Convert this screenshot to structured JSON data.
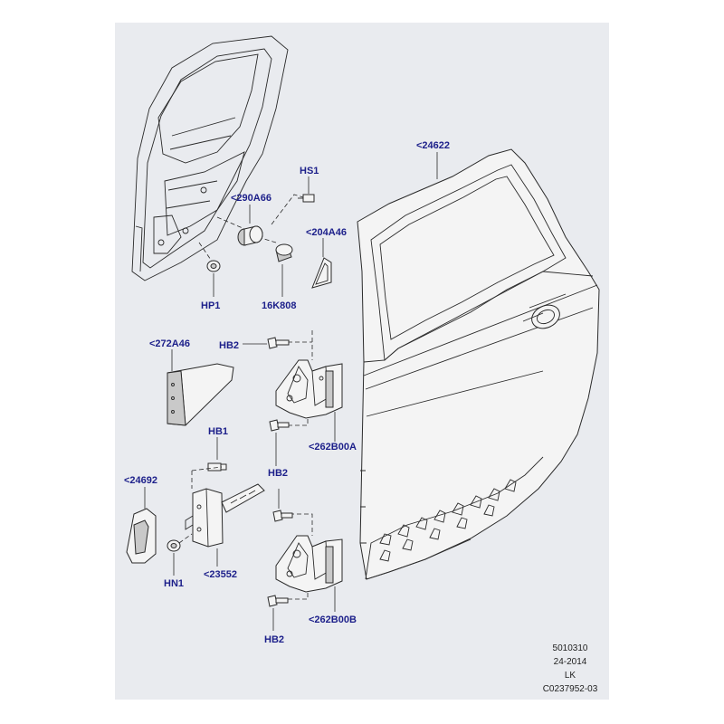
{
  "diagram": {
    "callouts": {
      "door_shell": "<24622",
      "hinge_cover": "<290A66",
      "screw_hs1": "HS1",
      "trim_cap": "<204A46",
      "plug_hp1": "HP1",
      "grommet": "16K808",
      "bracket": "<272A46",
      "bolt_hb2_upper": "HB2",
      "upper_hinge": "<262B00A",
      "bolt_hb1": "HB1",
      "bolt_hb2_mid": "HB2",
      "check_strap_seal": "<24692",
      "check_strap": "<23552",
      "nut_hn1": "HN1",
      "lower_hinge": "<262B00B",
      "bolt_hb2_lower": "HB2"
    },
    "footer": {
      "line1": "5010310",
      "line2": "24-2014",
      "line3": "LK",
      "line4": "C0237952-03"
    }
  }
}
